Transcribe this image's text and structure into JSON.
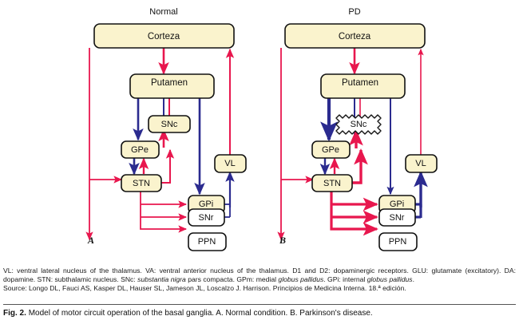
{
  "figure": {
    "panels": [
      {
        "id": "A",
        "title": "Normal",
        "letter": "A",
        "nodes": [
          {
            "id": "corteza",
            "label": "Corteza"
          },
          {
            "id": "putamen",
            "label": "Putamen"
          },
          {
            "id": "snc",
            "label": "SNc"
          },
          {
            "id": "gpe",
            "label": "GPe"
          },
          {
            "id": "stn",
            "label": "STN"
          },
          {
            "id": "vl",
            "label": "VL"
          },
          {
            "id": "gpi",
            "label": "GPi"
          },
          {
            "id": "snr",
            "label": "SNr"
          },
          {
            "id": "ppn",
            "label": "PPN"
          }
        ]
      },
      {
        "id": "B",
        "title": "PD",
        "letter": "B",
        "nodes": [
          {
            "id": "corteza",
            "label": "Corteza"
          },
          {
            "id": "putamen",
            "label": "Putamen"
          },
          {
            "id": "snc",
            "label": "SNc"
          },
          {
            "id": "gpe",
            "label": "GPe"
          },
          {
            "id": "stn",
            "label": "STN"
          },
          {
            "id": "vl",
            "label": "VL"
          },
          {
            "id": "gpi",
            "label": "GPi"
          },
          {
            "id": "snr",
            "label": "SNr"
          },
          {
            "id": "ppn",
            "label": "PPN"
          }
        ]
      }
    ],
    "colors": {
      "excitatory_arrow": "#e8174e",
      "inhibitory_arrow": "#2b2b8f",
      "node_fill_cream": "#faf3cd",
      "node_fill_white": "#ffffff",
      "node_border": "#111111",
      "background": "#ffffff"
    },
    "legend_line1": "VL: ventral lateral nucleus of the thalamus. VA: ventral anterior nucleus of the thalamus. D1 and D2: dopaminergic receptors. GLU: glutamate (excitatory). DA: dopamine. STN: subthalamic nucleus. SNc: ",
    "legend_italic1": "substantia nigra",
    "legend_line1b": " pars compacta. GPm: medial ",
    "legend_italic2": "globus pallidus",
    "legend_line1c": ". GPi: internal ",
    "legend_italic3": "globus pallidus",
    "legend_line1d": ".",
    "legend_source": "Source: Longo DL, Fauci AS, Kasper DL, Hauser SL, Jameson JL, Loscalzo J. Harrison. Principios de Medicina Interna. 18.ª edición.",
    "caption_label": "Fig. 2.",
    "caption_text": "Model of motor circuit operation of the basal ganglia. A. Normal condition. B. Parkinson's disease."
  }
}
